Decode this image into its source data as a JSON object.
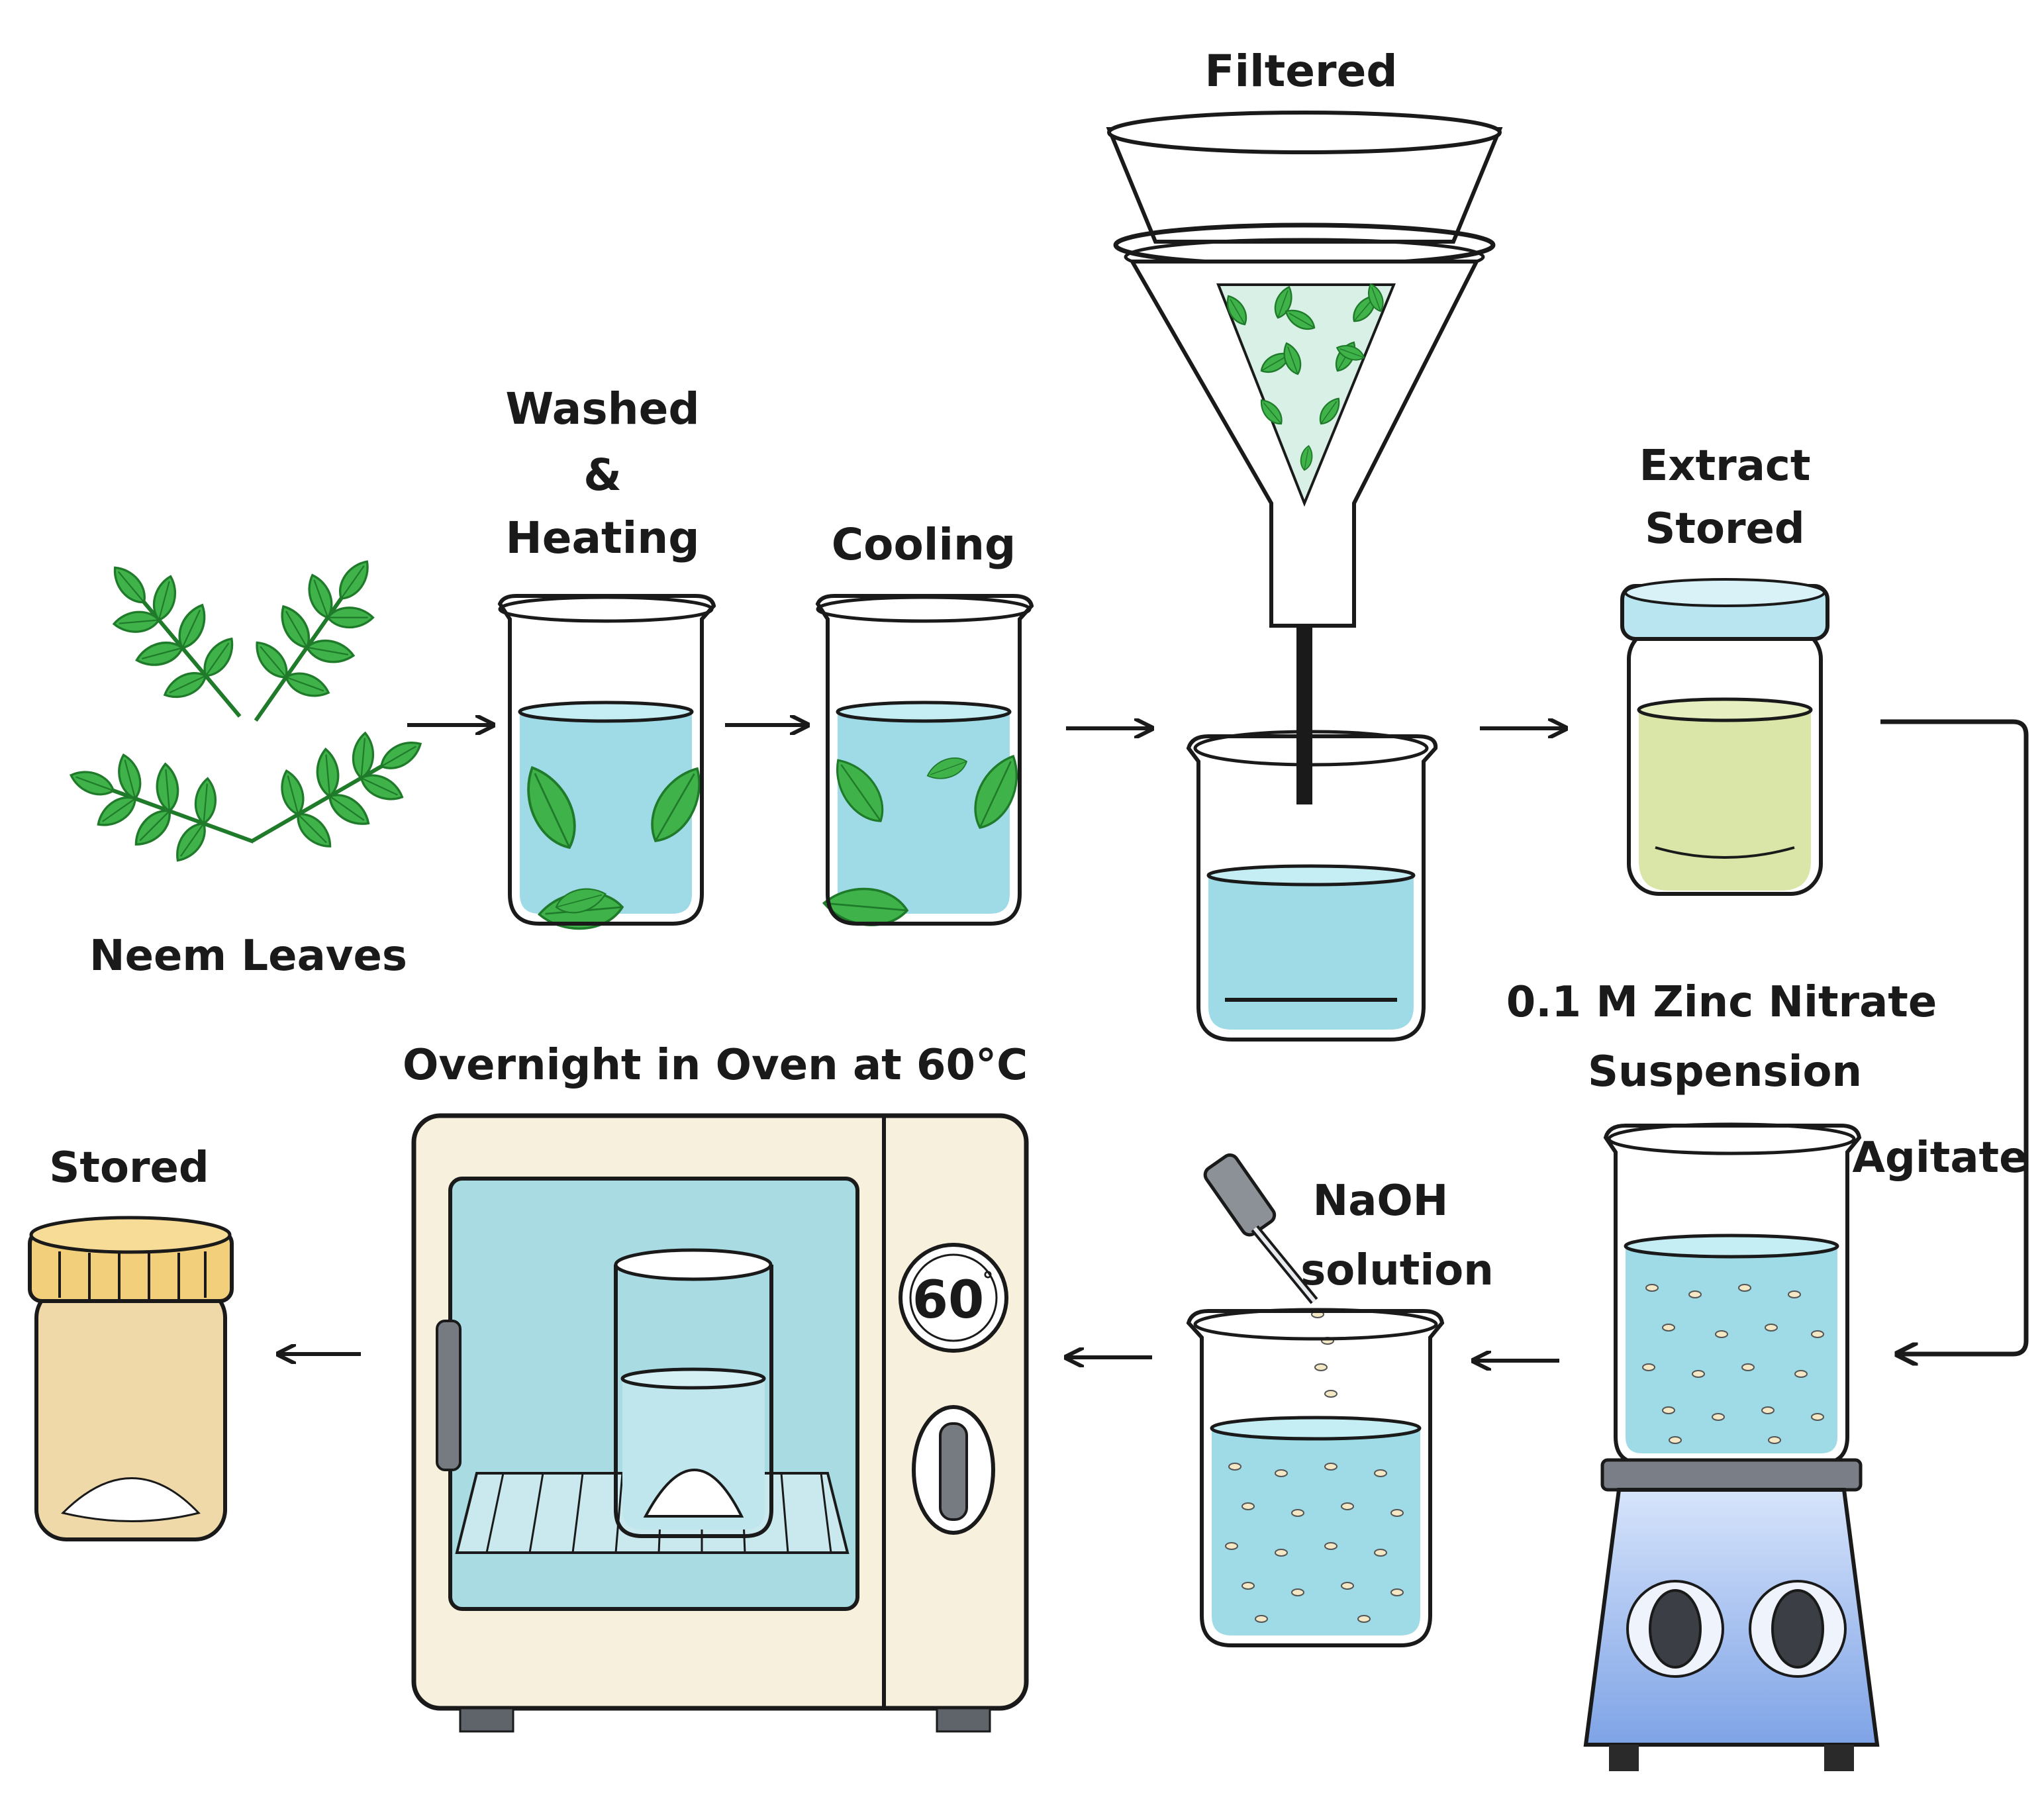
{
  "labels": {
    "neem_leaves": "Neem Leaves",
    "washed": "Washed",
    "ampersand": "&",
    "heating": "Heating",
    "cooling": "Cooling",
    "filtered": "Filtered",
    "extract": "Extract",
    "stored_top": "Stored",
    "zinc_line1": "0.1 M Zinc Nitrate",
    "zinc_line2": "Suspension",
    "agitate": "Agitate",
    "naoh_line1": "NaOH",
    "naoh_line2": "solution",
    "oven_title": "Overnight in Oven at 60°C",
    "oven_dial": "60",
    "oven_dial_degree": "°",
    "stored_final": "Stored"
  },
  "colors": {
    "leaf": "#3fb34a",
    "leaf_dark": "#1f7a2a",
    "water": "#9fdbe6",
    "extract": "#d9e6a8",
    "oven_body": "#f7f0dd",
    "oven_window": "#a9dbe3",
    "stirrer_body": "#8aaee8",
    "jar_body": "#f0d9a8",
    "jar_lid": "#f2cf7a",
    "outline": "#1a1a1a"
  }
}
